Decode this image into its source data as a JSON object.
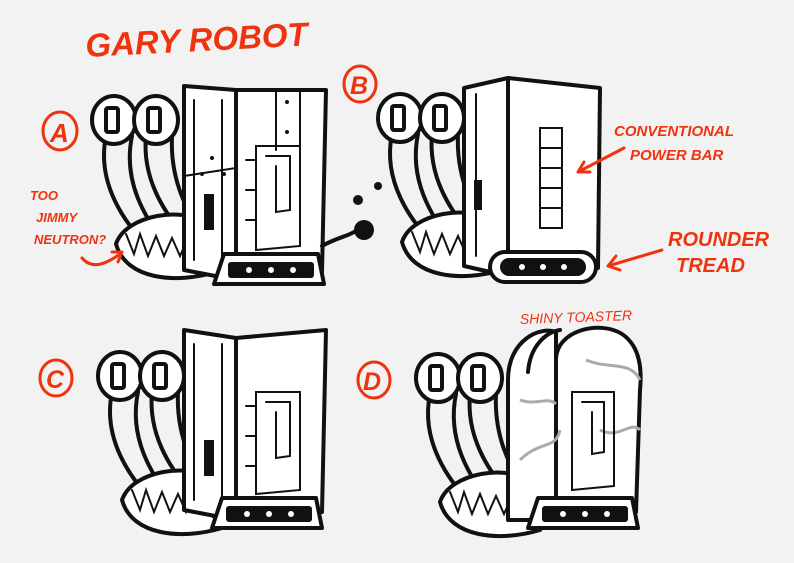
{
  "title": "GARY ROBOT",
  "colors": {
    "annotation": "#f0330f",
    "ink": "#111111",
    "paper": "#f2f2f2",
    "shine": "#aaaaaa"
  },
  "variants": [
    {
      "letter": "A",
      "notes": [
        "TOO",
        "JIMMY",
        "NEUTRON?"
      ]
    },
    {
      "letter": "B",
      "notes": [
        "CONVENTIONAL",
        "POWER BAR",
        "ROUNDER",
        "TREAD"
      ]
    },
    {
      "letter": "C",
      "notes": []
    },
    {
      "letter": "D",
      "notes": [
        "SHINY TOASTER"
      ]
    }
  ]
}
